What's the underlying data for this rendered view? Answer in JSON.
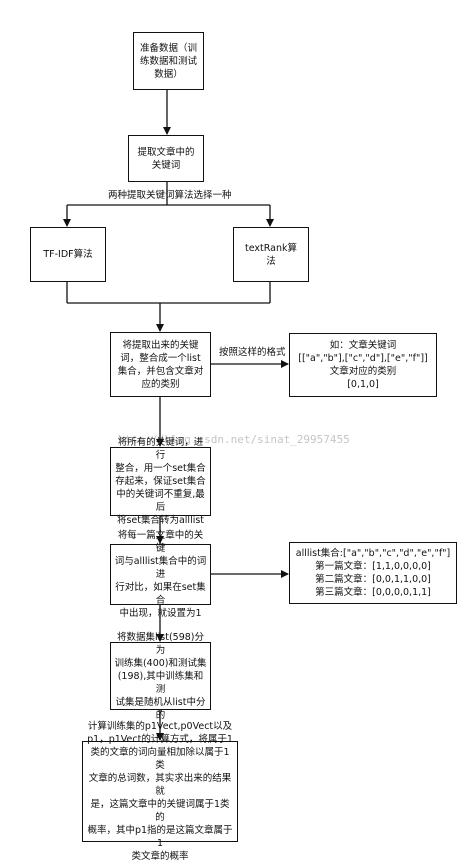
{
  "nodes": {
    "prepare": "准备数据（训\n练数据和测试\n数据）",
    "extract": "提取文章中的\n关键词",
    "tfidf": "TF-IDF算法",
    "textrank": "textRank算\n法",
    "combine": "将提取出来的关键\n词，整合成一个list\n集合，并包含文章对\n应的类别",
    "format_example": "如：文章关键词\n[[\"a\",\"b\"],[\"c\",\"d\"],[\"e\",\"f\"]]\n文章对应的类别\n[0,1,0]",
    "set_merge": "将所有的关键词，进行\n整合，用一个set集合\n存起来，保证set集合\n中的关键词不重复,最后\n将set集合转为alllist",
    "compare": "将每一篇文章中的关键\n词与alllist集合中的词进\n行对比，如果在set集合\n中出现，就设置为1",
    "alllist_example": "alllist集合:[\"a\",\"b\",\"c\",\"d\",\"e\",\"f\"]\n第一篇文章：[1,1,0,0,0,0]\n第二篇文章：[0,0,1,1,0,0]\n第三篇文章：[0,0,0,0,1,1]",
    "split": "将数据集list(598)分为\n训练集(400)和测试集\n(198),其中训练集和测\n试集是随机从list中分的",
    "compute": "计算训练集的p1Vect,p0Vect以及\np1，p1Vect的计算方式，将属于1\n类的文章的词向量相加除以属于1类\n文章的总词数，其实求出来的结果就\n是，这篇文章中的关键词属于1类的\n概率，其中p1指的是这篇文章属于1\n类文章的概率"
  },
  "edge_labels": {
    "choose_one": "两种提取关键词算法选择一种",
    "format_note": "按照这样的格式"
  },
  "watermark": "http://blog.csdn.net/sinat_29957455"
}
